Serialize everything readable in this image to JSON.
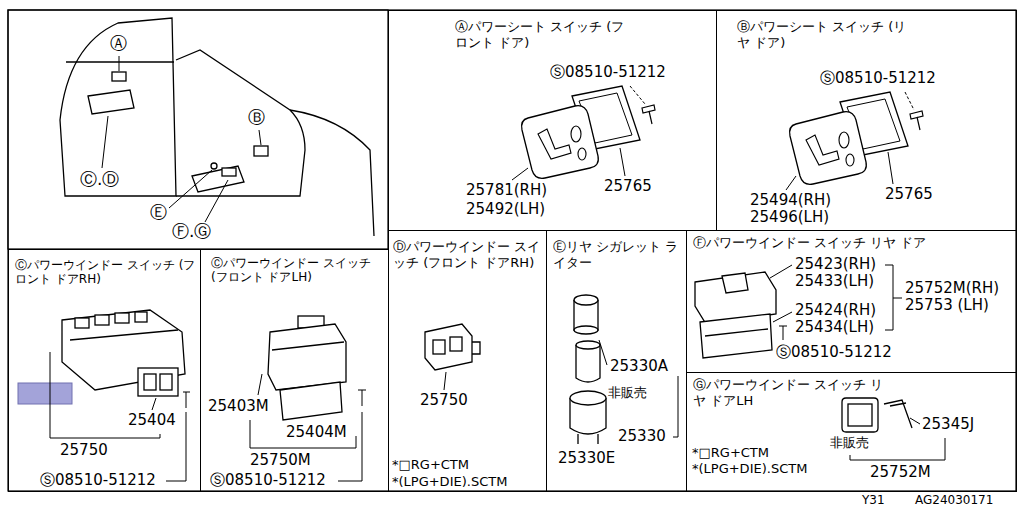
{
  "diagram": {
    "nodes": [
      {
        "text": [
          "Ⓐパワーシート スイッチ (フロント ドア)"
        ]
      },
      {
        "text": [
          "Ⓑパワーシート スイッチ (リヤ ドア)"
        ]
      },
      {
        "text": [
          "Ⓒパワーウインドー スイッチ (フロント ドアRH)"
        ]
      },
      {
        "text": [
          "Ⓒパワーウインドー スイッチ (フロント ドアLH)"
        ]
      },
      {
        "text": [
          "Ⓓパワーウインドー スイッチ (フロント ドアRH)"
        ]
      },
      {
        "text": [
          "Ⓔリヤ シガレット ライター"
        ]
      },
      {
        "text": [
          "Ⓕパワーウインドー スイッチ リヤ ドア"
        ]
      },
      {
        "text": [
          "Ⓖパワーウインドー スイッチ リヤ ドアLH"
        ]
      }
    ],
    "labels": [
      "Ⓐ",
      "Ⓑ",
      "Ⓒ.Ⓓ",
      "Ⓔ",
      "Ⓕ.Ⓖ",
      "Ⓢ08510-51212",
      "25781(RH)",
      "25492(LH)",
      "25765",
      "Ⓢ08510-51212",
      "25494(RH)",
      "25496(LH)",
      "25765",
      "25404",
      "25750",
      "Ⓢ08510-51212",
      "25403M",
      "25404M",
      "25750M",
      "Ⓢ08510-51212",
      "25750",
      "*□RG+CTM",
      "*(LPG+DIE).SCTM",
      "25330A",
      "非販売",
      "25330",
      "25330E",
      "25423(RH)",
      "25433(LH)",
      "25752M(RH)",
      "25753 (LH)",
      "25424(RH)",
      "25434(LH)",
      "Ⓢ08510-51212",
      "*□RG+CTM",
      "*(LPG+DIE).SCTM",
      "非販売",
      "25345J",
      "25752M",
      "Y31",
      "AG24030171"
    ]
  }
}
